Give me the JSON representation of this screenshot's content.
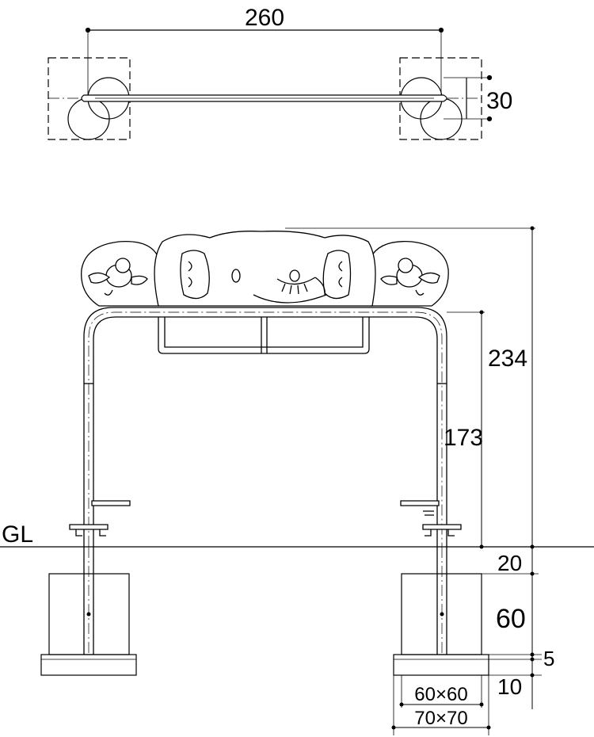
{
  "diagram": {
    "top_view": {
      "width_label": "260",
      "depth_label": "30"
    },
    "front_view": {
      "total_height_label": "234",
      "arch_height_label": "173",
      "ground_label": "GL",
      "below_ground_label": "20",
      "footing_height_label": "60",
      "base_plate_label": "5",
      "base_slab_label": "10",
      "footing_size_label": "60×60",
      "base_size_label": "70×70"
    }
  }
}
